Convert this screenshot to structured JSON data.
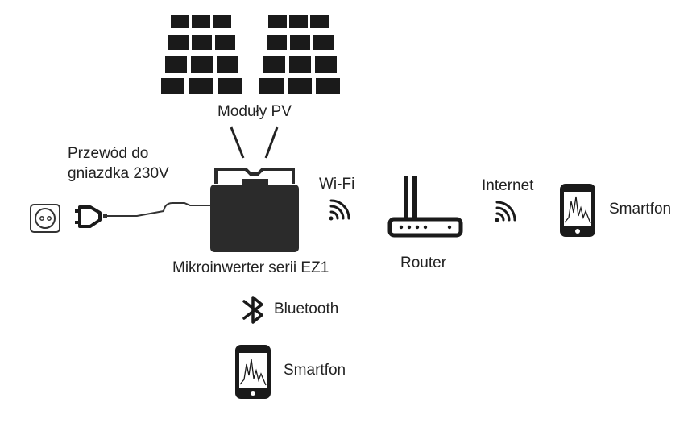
{
  "labels": {
    "pv_modules": "Moduły PV",
    "cable_line1": "Przewód do",
    "cable_line2": "gniazdka 230V",
    "wifi": "Wi-Fi",
    "internet": "Internet",
    "router": "Router",
    "microinverter": "Mikroinwerter serii EZ1",
    "bluetooth": "Bluetooth",
    "smartphone_remote": "Smartfon",
    "smartphone_local": "Smartfon"
  },
  "colors": {
    "icon": "#1a1a1a",
    "inverter": "#2b2b2b",
    "text": "#222222"
  }
}
